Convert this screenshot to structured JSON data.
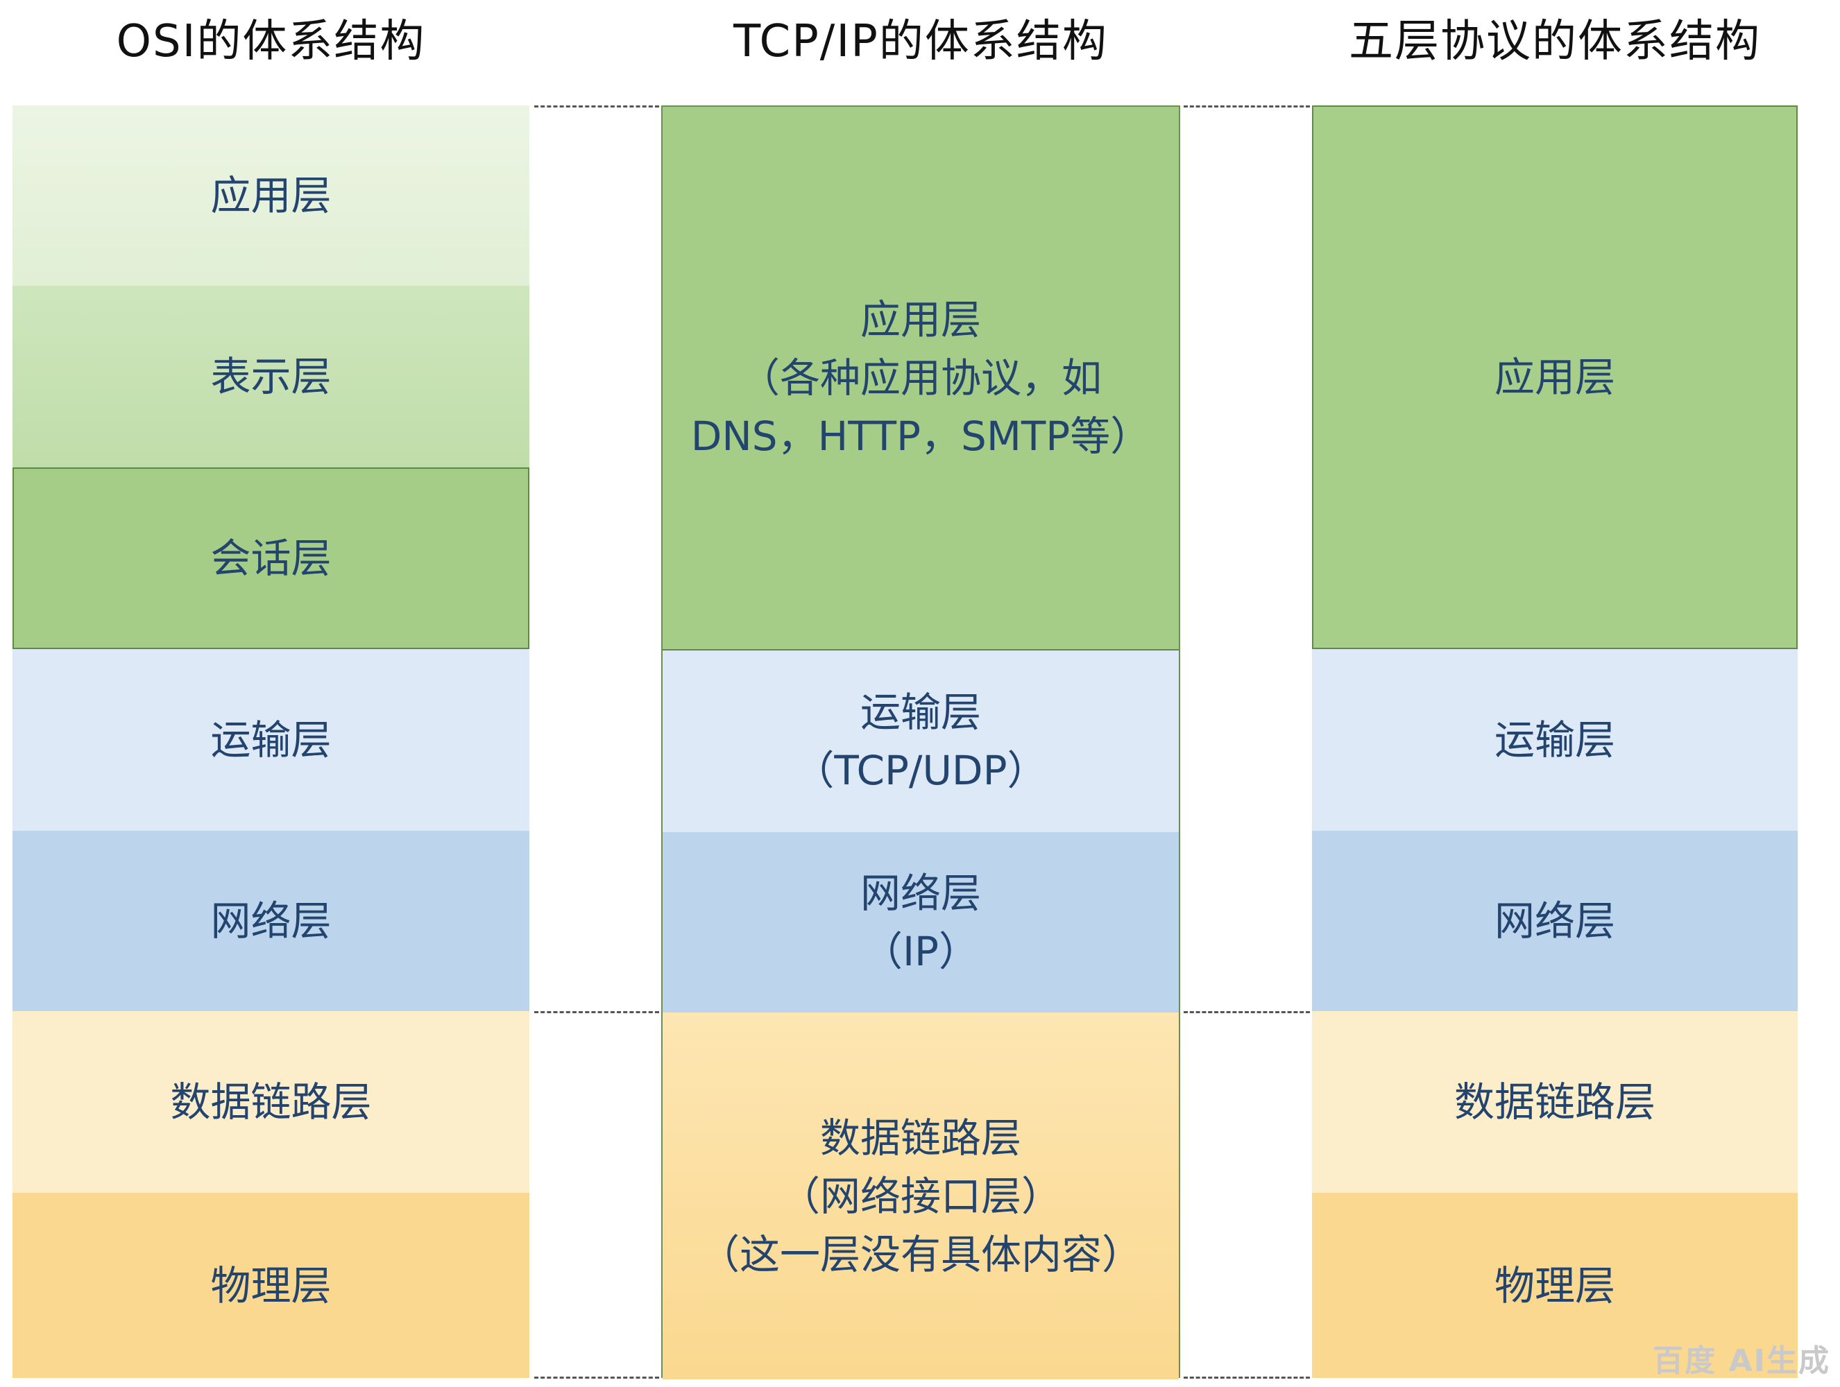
{
  "titles": {
    "osi": "OSI的体系结构",
    "tcpip": "TCP/IP的体系结构",
    "five": "五层协议的体系结构"
  },
  "osi_layers": [
    "应用层",
    "表示层",
    "会话层",
    "运输层",
    "网络层",
    "数据链路层",
    "物理层"
  ],
  "tcpip_layers": {
    "application": [
      "应用层",
      "（各种应用协议，如",
      "DNS，HTTP，SMTP等）"
    ],
    "transport": [
      "运输层",
      "（TCP/UDP）"
    ],
    "network": [
      "网络层",
      "（IP）"
    ],
    "link": [
      "数据链路层",
      "（网络接口层）",
      "（这一层没有具体内容）"
    ]
  },
  "five_layers": [
    "应用层",
    "运输层",
    "网络层",
    "数据链路层",
    "物理层"
  ],
  "watermark": "百度 AI生成",
  "colors": {
    "green_light": "#e1efd5",
    "green_mid": "#c0dda9",
    "green_dark": "#a6cd87",
    "blue_light": "#dde9f6",
    "blue_mid": "#bcd4ec",
    "yellow_light": "#fdeecb",
    "yellow_dark": "#fad88f",
    "text": "#22446e"
  }
}
